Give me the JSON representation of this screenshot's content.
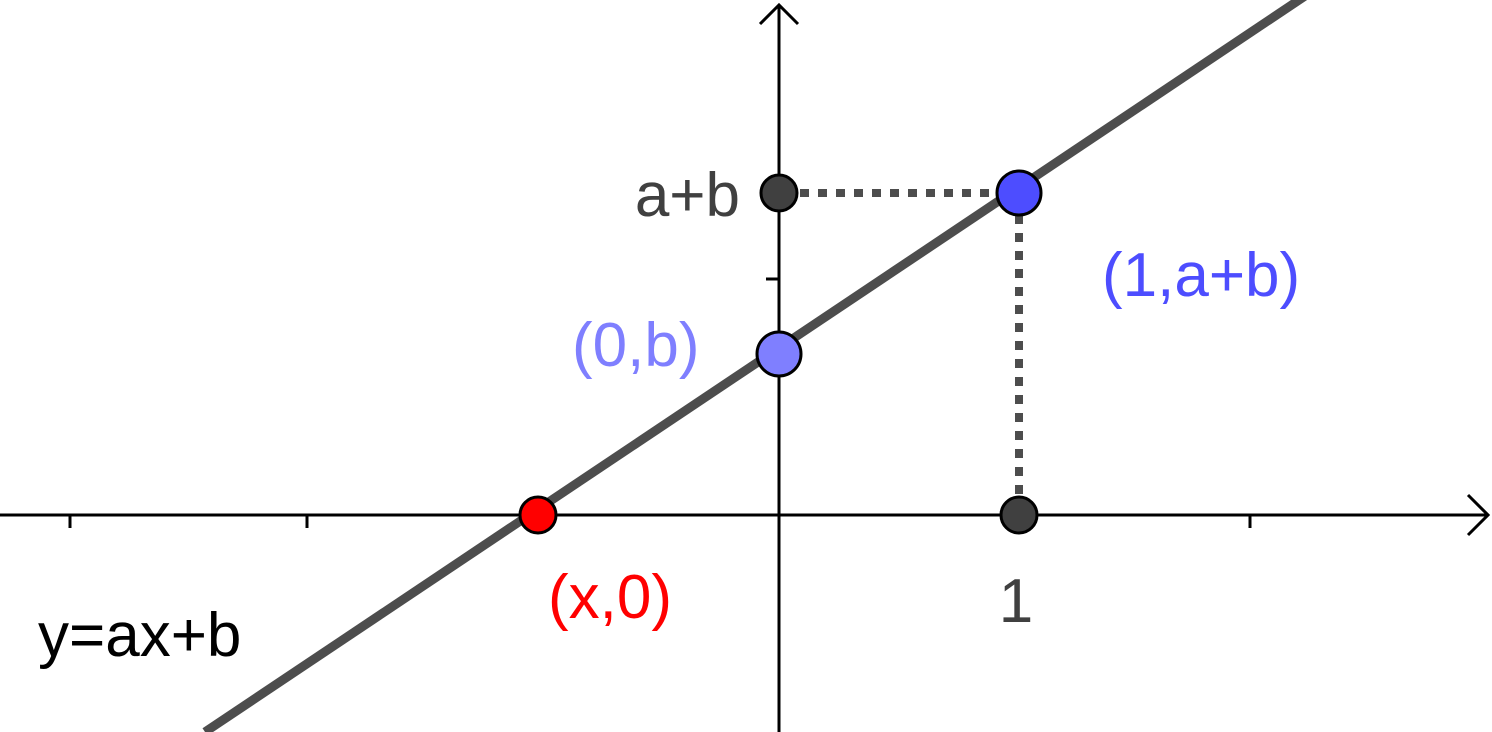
{
  "colors": {
    "axis": "#000000",
    "line": "#4d4d4d",
    "dark_point": "#404040",
    "blue_point": "#4d4dff",
    "light_blue_point": "#7f7fff",
    "red_point": "#ff0000",
    "label_dark": "#404040",
    "label_black": "#000000"
  },
  "labels": {
    "equation": "y=ax+b",
    "y_axis_value": "a+b",
    "x_axis_value": "1",
    "point_one": "(1,a+b)",
    "point_intercept": "(0,b)",
    "point_root": "(x,0)"
  },
  "icons": {
    "x_axis_arrow": "arrowhead-right",
    "y_axis_arrow": "arrowhead-up"
  }
}
